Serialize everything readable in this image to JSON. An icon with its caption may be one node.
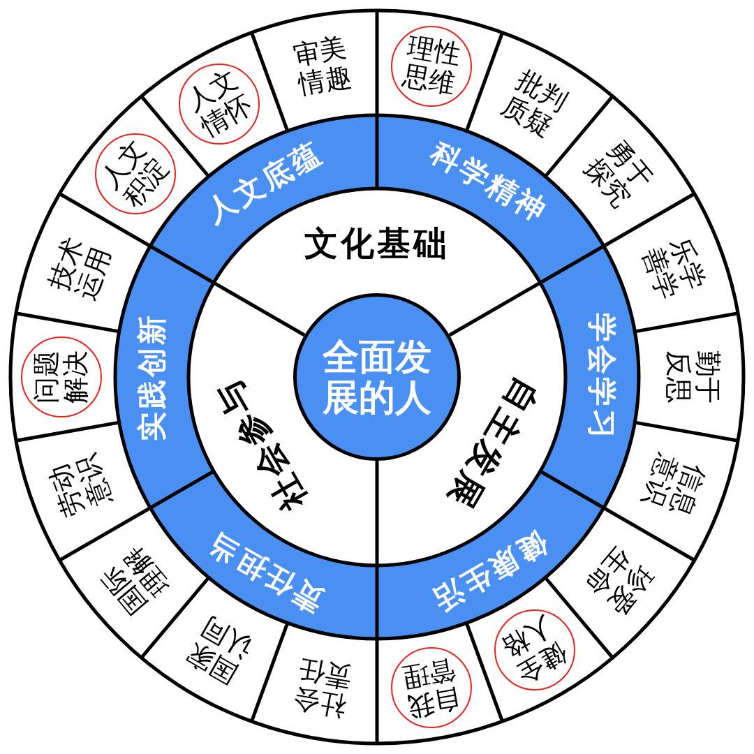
{
  "diagram": {
    "nodes": [
      {
        "text": [
          "全面发展的人"
        ]
      },
      {
        "text": [
          "文化基础"
        ]
      },
      {
        "text": [
          "自主发展"
        ]
      },
      {
        "text": [
          "社会参与"
        ]
      },
      {
        "text": [
          "科学精神"
        ]
      },
      {
        "text": [
          "学会学习"
        ]
      },
      {
        "text": [
          "健康生活"
        ]
      },
      {
        "text": [
          "责任担当"
        ]
      },
      {
        "text": [
          "实践创新"
        ]
      },
      {
        "text": [
          "人文底蕴"
        ]
      },
      {
        "text": [],
        "shape": "circle"
      },
      {
        "text": [
          "理性思维"
        ],
        "in": 10
      },
      {
        "text": [
          "批判质疑"
        ]
      },
      {
        "text": [
          "勇于探究"
        ]
      },
      {
        "text": [
          "乐学善学"
        ]
      },
      {
        "text": [
          "勤于反思"
        ]
      },
      {
        "text": [
          "信息意识"
        ]
      },
      {
        "text": [
          "珍爱生命"
        ]
      },
      {
        "text": [],
        "shape": "circle"
      },
      {
        "text": [
          "健全人格"
        ],
        "in": 18
      },
      {
        "text": [],
        "shape": "circle"
      },
      {
        "text": [
          "自我管理"
        ],
        "in": 20
      },
      {
        "text": [
          "社会责任"
        ]
      },
      {
        "text": [
          "国家认同"
        ]
      },
      {
        "text": [
          "国际理解"
        ]
      },
      {
        "text": [
          "劳动意识"
        ]
      },
      {
        "text": [],
        "shape": "circle"
      },
      {
        "text": [
          "问题解决"
        ],
        "in": 26
      },
      {
        "text": [
          "技术运用"
        ]
      },
      {
        "text": [],
        "shape": "circle"
      },
      {
        "text": [
          "人文积淀"
        ],
        "in": 29
      },
      {
        "text": [],
        "shape": "circle"
      },
      {
        "text": [
          "人文情怀"
        ],
        "in": 31
      },
      {
        "text": [
          "审美情趣"
        ]
      }
    ]
  }
}
